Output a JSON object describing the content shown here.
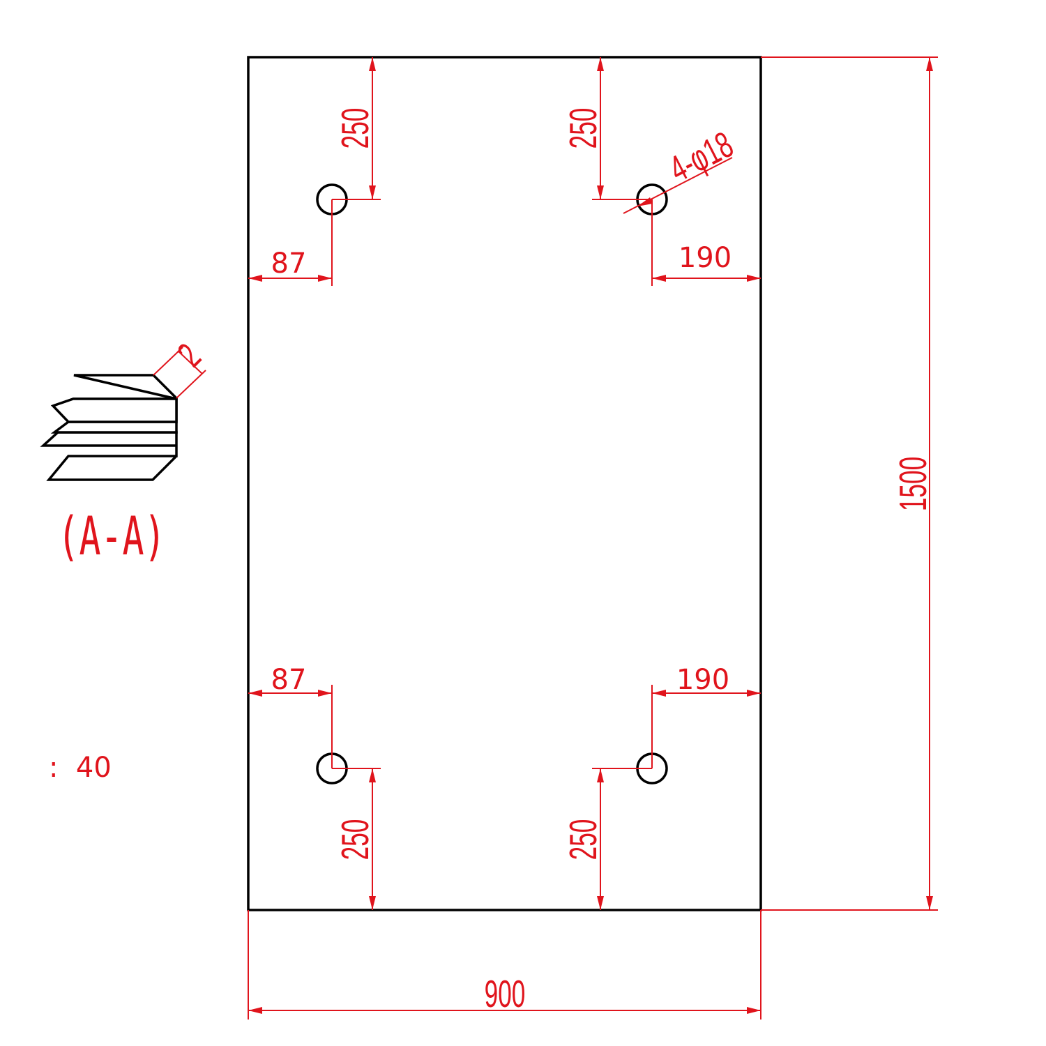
{
  "drawing": {
    "overall": {
      "width_label": "900",
      "height_label": "1500"
    },
    "holes": {
      "callout": "4-φ18",
      "top_left": {
        "from_edge_label": "87",
        "from_end_label": "250"
      },
      "top_right": {
        "from_edge_label": "190",
        "from_end_label": "250"
      },
      "bottom_left": {
        "from_edge_label": "87",
        "from_end_label": "250"
      },
      "bottom_right": {
        "from_edge_label": "190",
        "from_end_label": "250"
      }
    },
    "section": {
      "label": "(A-A)",
      "bend_dim_label": "2"
    },
    "note": {
      "text": ":  40"
    }
  },
  "colors": {
    "dimension": "#e0141c",
    "outline": "#000000",
    "background": "#ffffff"
  }
}
